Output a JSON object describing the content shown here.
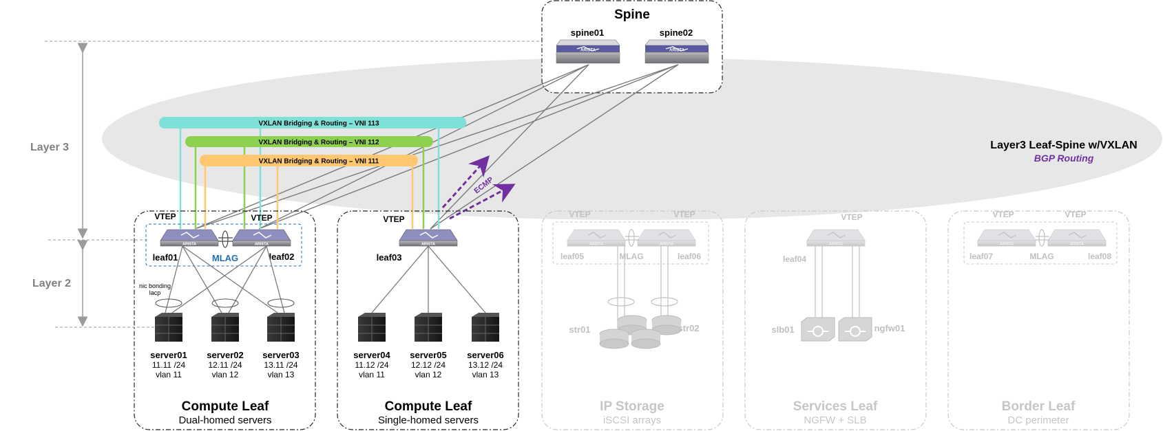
{
  "spine": {
    "title": "Spine",
    "switches": [
      "spine01",
      "spine02"
    ],
    "brand": "ARISTA"
  },
  "layers": {
    "layer3": "Layer 3",
    "layer2": "Layer 2"
  },
  "fabric": {
    "title": "Layer3 Leaf-Spine w/VXLAN",
    "subtitle": "BGP Routing",
    "ecmp": "ECMP"
  },
  "vni_bars": [
    {
      "label": "VXLAN Bridging & Routing – VNI 113",
      "color": "#7fe0da"
    },
    {
      "label": "VXLAN Bridging & Routing – VNI 112",
      "color": "#8ed04f"
    },
    {
      "label": "VXLAN Bridging & Routing – VNI 111",
      "color": "#ffc870"
    }
  ],
  "compute_dual": {
    "vtep_left": "VTEP",
    "vtep_right": "VTEP",
    "leaf_left": "leaf01",
    "leaf_right": "leaf02",
    "mlag": "MLAG",
    "nic_bonding": "nic bonding",
    "lacp": "lacp",
    "servers": [
      {
        "name": "server01",
        "ip": "11.11 /24",
        "vlan": "vlan 11"
      },
      {
        "name": "server02",
        "ip": "12.11 /24",
        "vlan": "vlan 12"
      },
      {
        "name": "server03",
        "ip": "13.11 /24",
        "vlan": "vlan 13"
      }
    ],
    "title": "Compute Leaf",
    "subtitle": "Dual-homed servers"
  },
  "compute_single": {
    "vtep": "VTEP",
    "leaf": "leaf03",
    "servers": [
      {
        "name": "server04",
        "ip": "11.12 /24",
        "vlan": "vlan 11"
      },
      {
        "name": "server05",
        "ip": "12.12 /24",
        "vlan": "vlan 12"
      },
      {
        "name": "server06",
        "ip": "13.12 /24",
        "vlan": "vlan 13"
      }
    ],
    "title": "Compute Leaf",
    "subtitle": "Single-homed servers"
  },
  "ip_storage": {
    "vtep_left": "VTEP",
    "vtep_right": "VTEP",
    "leaf_left": "leaf05",
    "leaf_right": "leaf06",
    "mlag": "MLAG",
    "str_left": "str01",
    "str_right": "str02",
    "title": "IP Storage",
    "subtitle": "iSCSI arrays"
  },
  "services": {
    "vtep": "VTEP",
    "leaf": "leaf04",
    "slb": "slb01",
    "ngfw": "ngfw01",
    "title": "Services Leaf",
    "subtitle": "NGFW + SLB"
  },
  "border": {
    "vtep_left": "VTEP",
    "vtep_right": "VTEP",
    "leaf_left": "leaf07",
    "leaf_right": "leaf08",
    "mlag": "MLAG",
    "title": "Border Leaf",
    "subtitle": "DC perimeter"
  }
}
